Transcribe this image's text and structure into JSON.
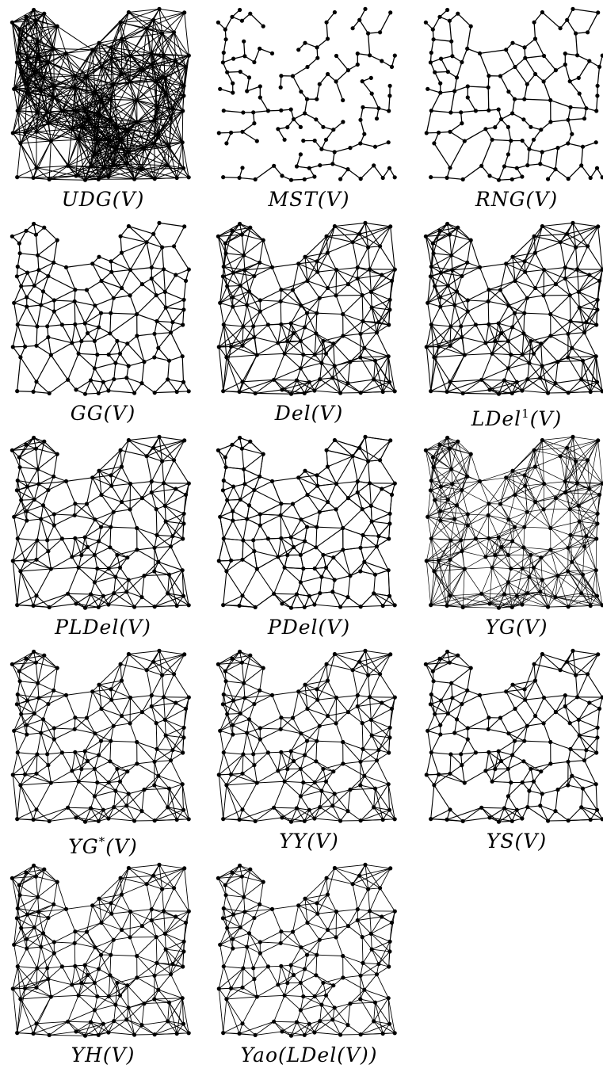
{
  "figure": {
    "panels": [
      {
        "caption": "UDG(V)"
      },
      {
        "caption": "MST(V)"
      },
      {
        "caption": "RNG(V)"
      },
      {
        "caption": "GG(V)"
      },
      {
        "caption": "Del(V)"
      },
      {
        "caption_base": "LDel",
        "caption_sup": "1",
        "caption_tail": "(V)"
      },
      {
        "caption": "PLDel(V)"
      },
      {
        "caption": "PDel(V)"
      },
      {
        "caption": "YG(V)"
      },
      {
        "caption_base": "YG",
        "caption_sup": "*",
        "caption_tail": "(V)"
      },
      {
        "caption": "YY(V)"
      },
      {
        "caption": "YS(V)"
      },
      {
        "caption": "YH(V)"
      },
      {
        "caption": "Yao(LDel(V))"
      }
    ]
  }
}
